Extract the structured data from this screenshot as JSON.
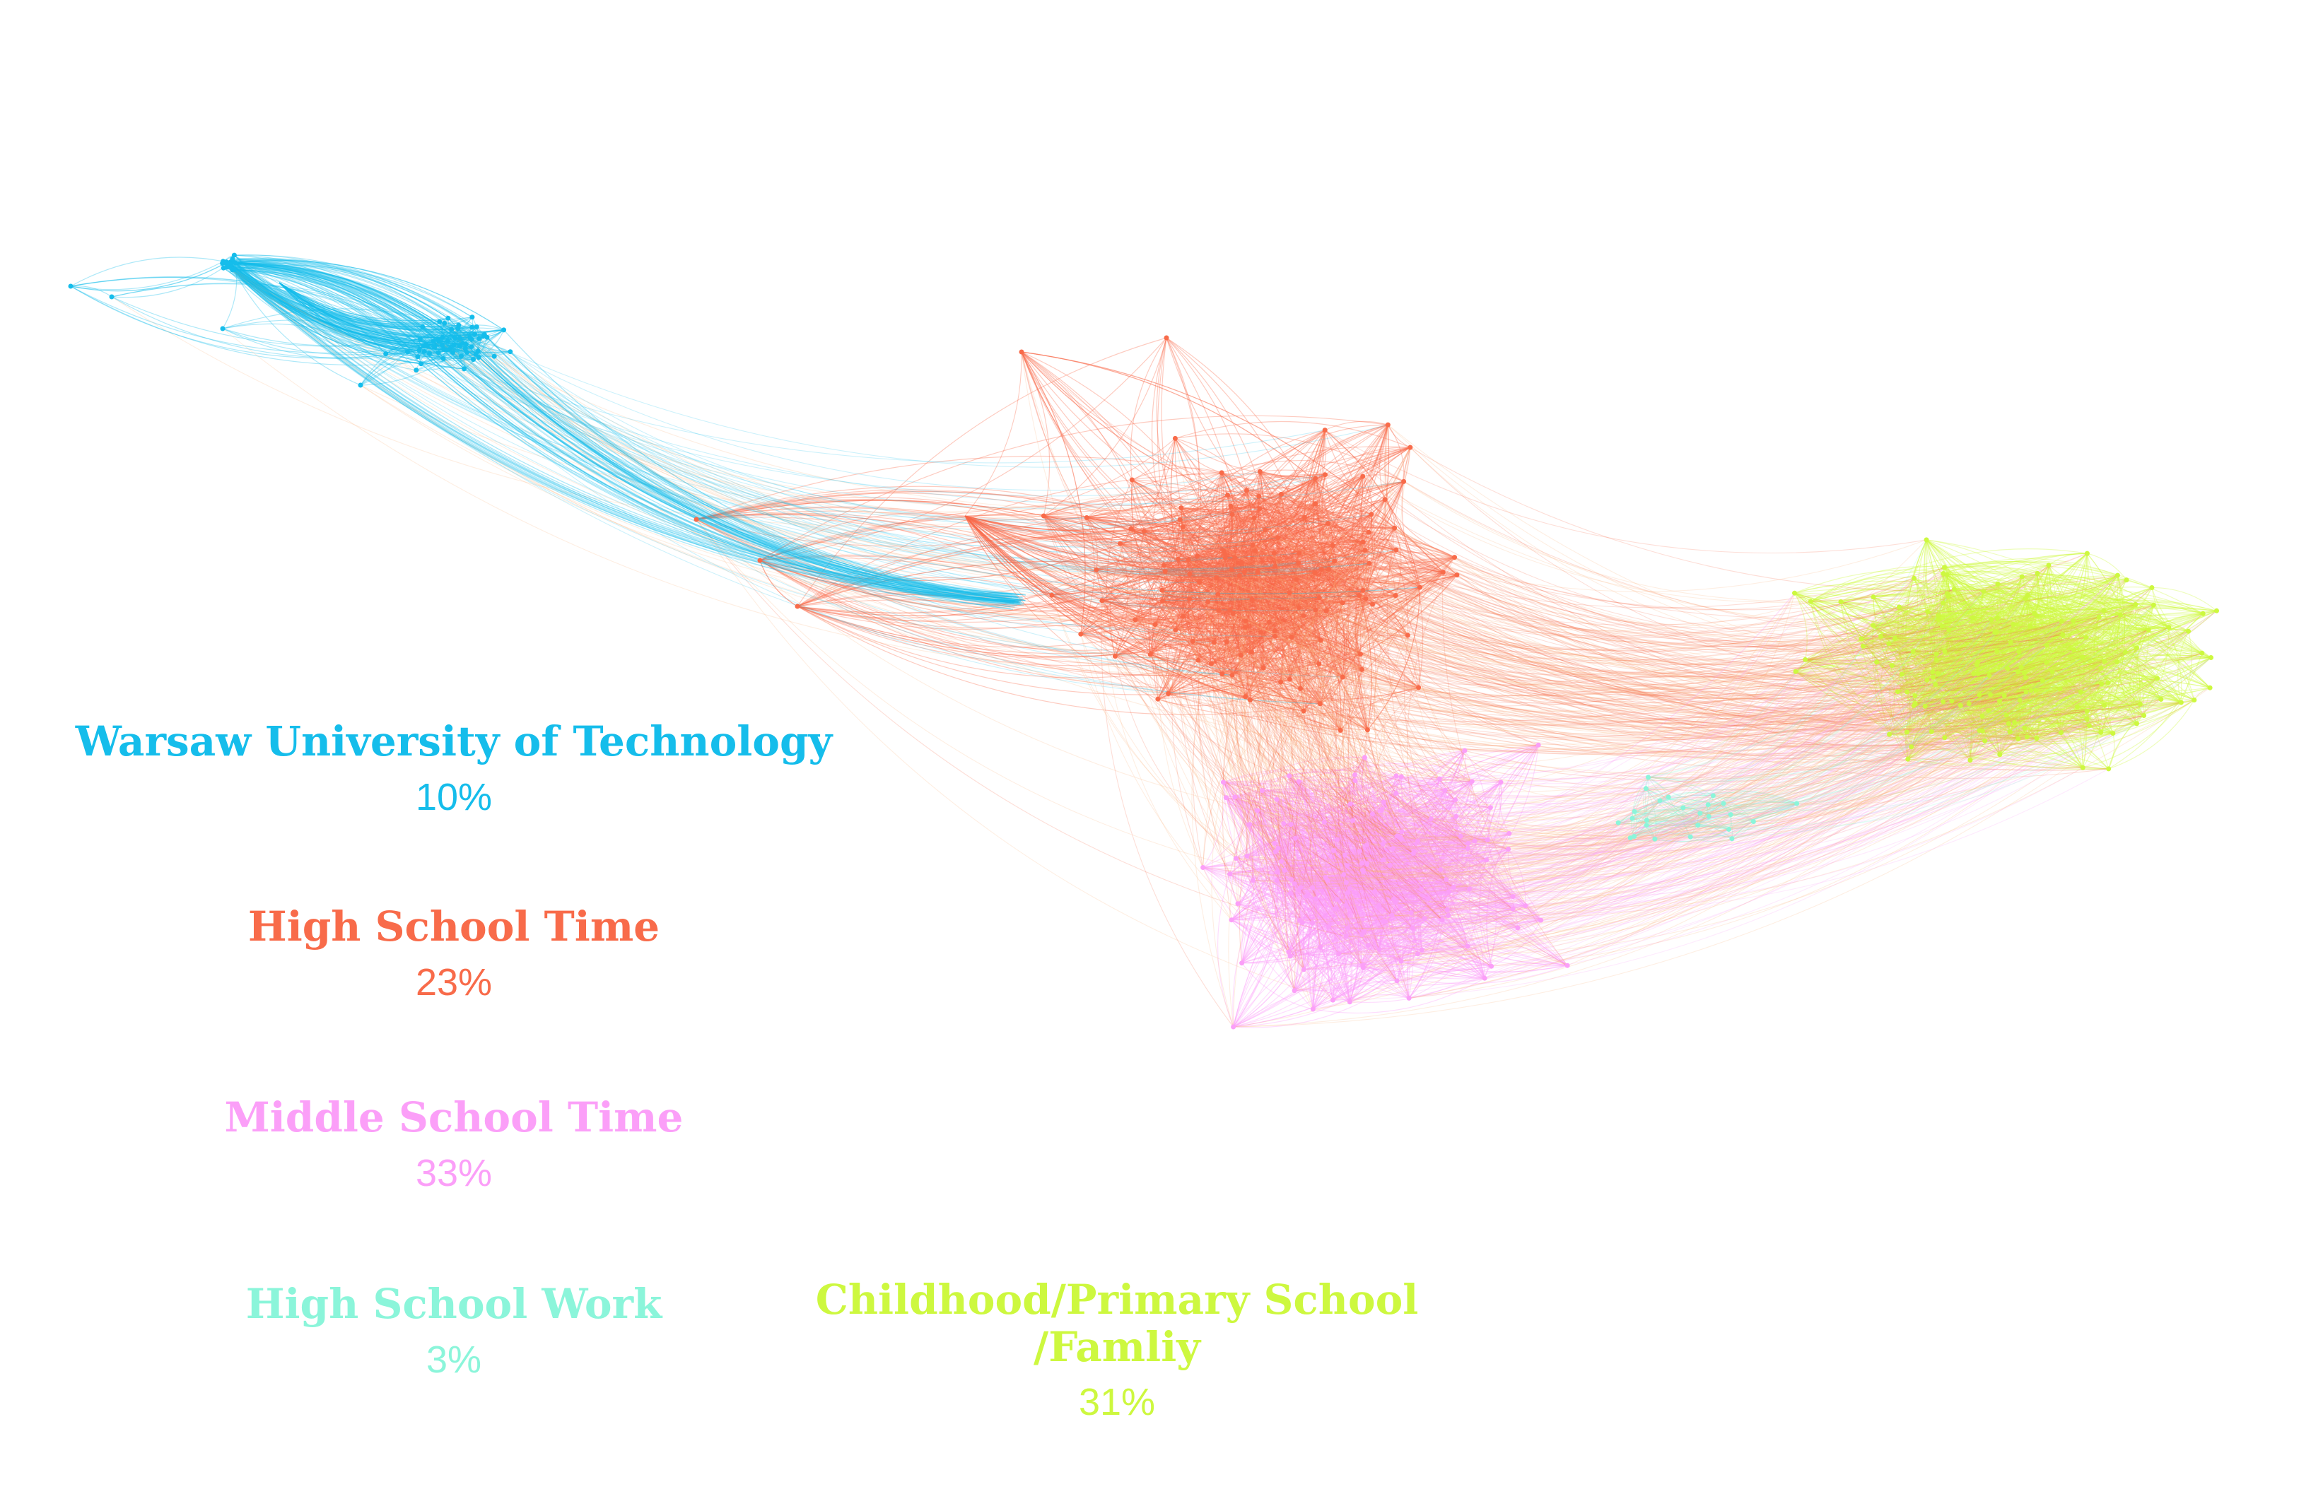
{
  "communities": [
    {
      "id": "wut",
      "label": "Warsaw University of Technology",
      "percent": "10%",
      "color": "#15BDEB"
    },
    {
      "id": "hs",
      "label": "High School Time",
      "percent": "23%",
      "color": "#F86B4A"
    },
    {
      "id": "ms",
      "label": "Middle School Time",
      "percent": "33%",
      "color": "#FB9FF8"
    },
    {
      "id": "hsw",
      "label": "High School Work",
      "percent": "3%",
      "color": "#8BF5DA"
    },
    {
      "id": "child",
      "label": "Childhood/Primary School\n/Famliy",
      "percent": "31%",
      "color": "#CDF83F"
    }
  ]
}
